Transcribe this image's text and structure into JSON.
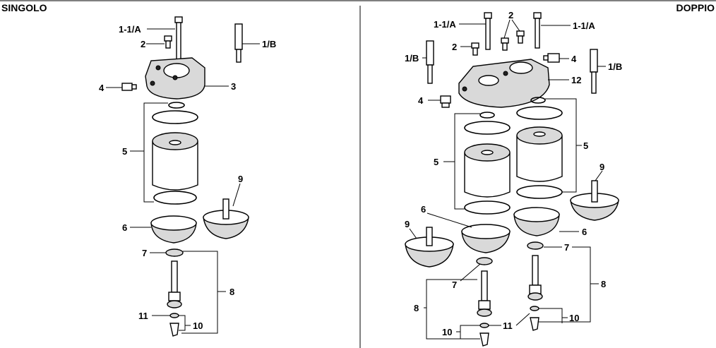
{
  "titles": {
    "left": "SINGOLO",
    "right": "DOPPIO"
  },
  "labels": {
    "l_1_1a": "1-1/A",
    "l_2": "2",
    "l_1b": "1/B",
    "l_4": "4",
    "l_3": "3",
    "l_5": "5",
    "l_9": "9",
    "l_6": "6",
    "l_7": "7",
    "l_8": "8",
    "l_11": "11",
    "l_10": "10",
    "r_1_1a_left": "1-1/A",
    "r_2_top": "2",
    "r_1_1a_right": "1-1/A",
    "r_2_left": "2",
    "r_4_right": "4",
    "r_1b_left": "1/B",
    "r_1b_right": "1/B",
    "r_12": "12",
    "r_4_left": "4",
    "r_5_right": "5",
    "r_5_left": "5",
    "r_9_right": "9",
    "r_6_left": "6",
    "r_9_left": "9",
    "r_6_right": "6",
    "r_7_right": "7",
    "r_7_left": "7",
    "r_8_right": "8",
    "r_8_left": "8",
    "r_10_right": "10",
    "r_11": "11",
    "r_10_left": "10"
  }
}
